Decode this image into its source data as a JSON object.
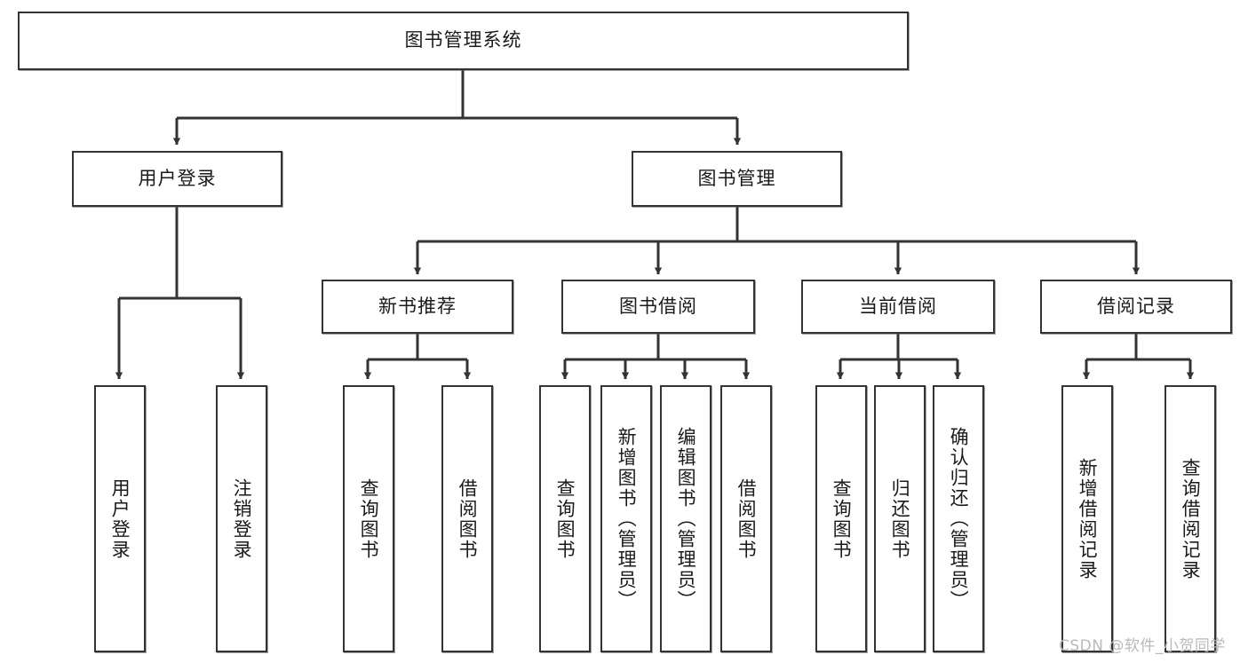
{
  "diagram": {
    "title": "图书管理系统",
    "type": "tree",
    "orientation": "top-down",
    "colors": {
      "box_border": "#333333",
      "box_fill": "#ffffff",
      "edge": "#333333",
      "text": "#1a1a1a",
      "watermark": "#b9b9b9"
    },
    "root": {
      "id": "root",
      "label": "图书管理系统",
      "level": 1,
      "orientation": "horizontal"
    },
    "level2": [
      {
        "id": "user-login",
        "label": "用户登录",
        "level": 2,
        "orientation": "horizontal"
      },
      {
        "id": "book-management",
        "label": "图书管理",
        "level": 2,
        "orientation": "horizontal"
      }
    ],
    "level3": [
      {
        "id": "new-book-recommend",
        "label": "新书推荐",
        "level": 3,
        "orientation": "horizontal",
        "parent": "book-management"
      },
      {
        "id": "book-borrow",
        "label": "图书借阅",
        "level": 3,
        "orientation": "horizontal",
        "parent": "book-management"
      },
      {
        "id": "current-borrow",
        "label": "当前借阅",
        "level": 3,
        "orientation": "horizontal",
        "parent": "book-management"
      },
      {
        "id": "borrow-record",
        "label": "借阅记录",
        "level": 3,
        "orientation": "horizontal",
        "parent": "book-management"
      }
    ],
    "leaves": [
      {
        "id": "leaf-user-login",
        "label": "用户登录",
        "orientation": "vertical",
        "parent": "user-login"
      },
      {
        "id": "leaf-logout",
        "label": "注销登录",
        "orientation": "vertical",
        "parent": "user-login"
      },
      {
        "id": "leaf-query-book-recommend",
        "label": "查询图书",
        "orientation": "vertical",
        "parent": "new-book-recommend"
      },
      {
        "id": "leaf-borrow-book-recommend",
        "label": "借阅图书",
        "orientation": "vertical",
        "parent": "new-book-recommend"
      },
      {
        "id": "leaf-query-book-borrow",
        "label": "查询图书",
        "orientation": "vertical",
        "parent": "book-borrow"
      },
      {
        "id": "leaf-add-book-admin",
        "label": "新增图书（管理员）",
        "orientation": "vertical",
        "parent": "book-borrow"
      },
      {
        "id": "leaf-edit-book-admin",
        "label": "编辑图书（管理员）",
        "orientation": "vertical",
        "parent": "book-borrow"
      },
      {
        "id": "leaf-borrow-book",
        "label": "借阅图书",
        "orientation": "vertical",
        "parent": "book-borrow"
      },
      {
        "id": "leaf-query-book-current",
        "label": "查询图书",
        "orientation": "vertical",
        "parent": "current-borrow"
      },
      {
        "id": "leaf-return-book",
        "label": "归还图书",
        "orientation": "vertical",
        "parent": "current-borrow"
      },
      {
        "id": "leaf-confirm-return-admin",
        "label": "确认归还（管理员）",
        "orientation": "vertical",
        "parent": "current-borrow"
      },
      {
        "id": "leaf-add-borrow-record",
        "label": "新增借阅记录",
        "orientation": "vertical",
        "parent": "borrow-record"
      },
      {
        "id": "leaf-query-borrow-record",
        "label": "查询借阅记录",
        "orientation": "vertical",
        "parent": "borrow-record"
      }
    ]
  },
  "watermark": {
    "text": "CSDN @软件_小贺同学"
  }
}
